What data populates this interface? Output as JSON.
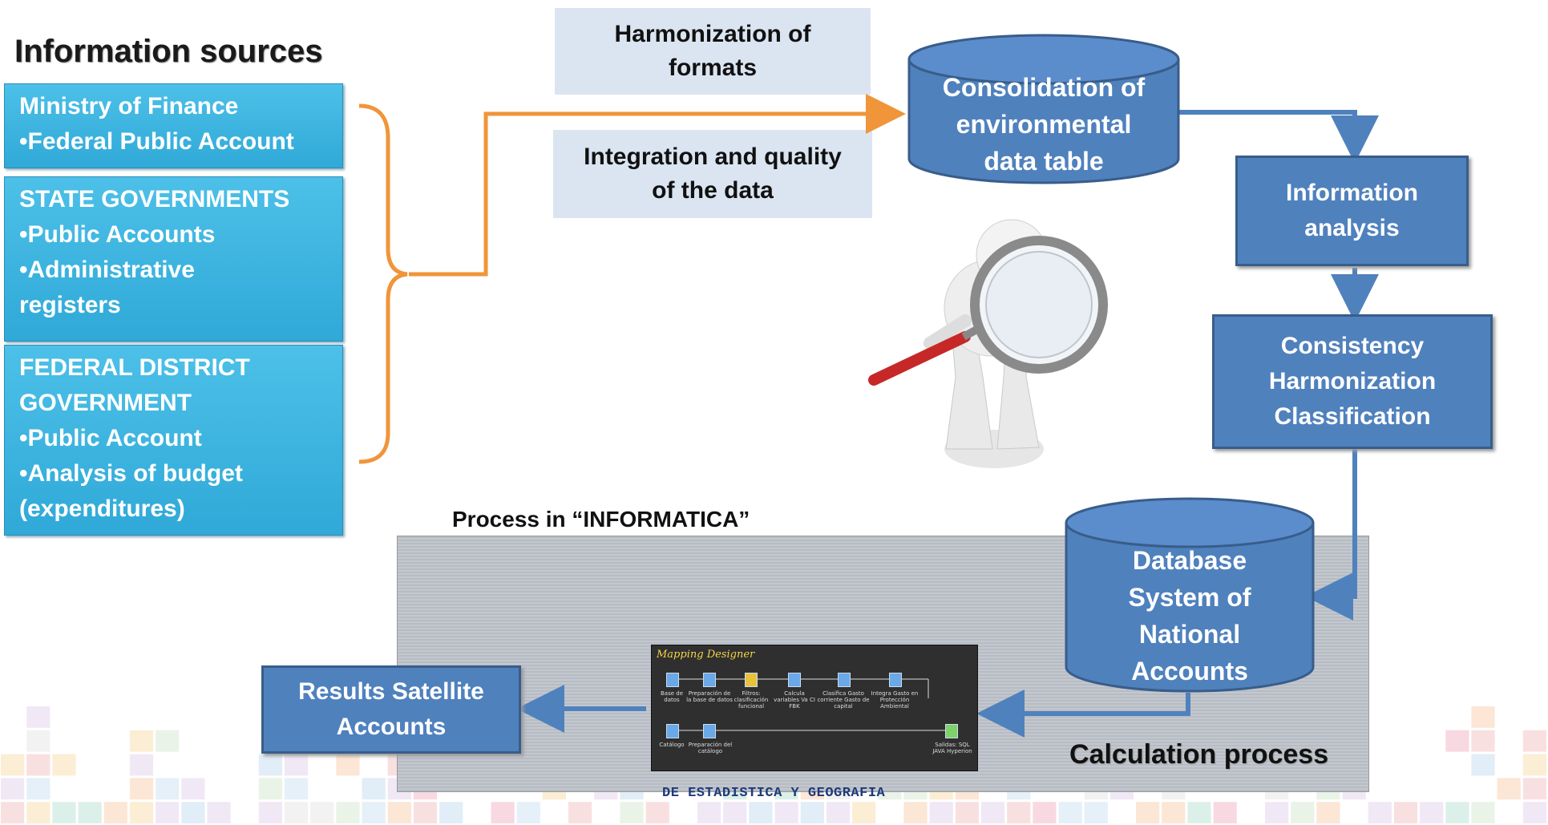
{
  "sources": {
    "heading": "Information sources",
    "boxes": [
      [
        "Ministry of Finance",
        "•Federal Public Account"
      ],
      [
        "STATE GOVERNMENTS",
        "•Public Accounts",
        "•Administrative",
        "registers"
      ],
      [
        "FEDERAL DISTRICT",
        "GOVERNMENT",
        "•Public Account",
        "•Analysis of budget",
        "(expenditures)"
      ]
    ]
  },
  "steps": {
    "harmonization": [
      "Harmonization of",
      "formats"
    ],
    "integration": [
      "Integration and quality",
      "of the data"
    ],
    "consolidation": [
      "Consolidation of",
      "environmental",
      "data table"
    ],
    "analysis": [
      "Information",
      "analysis"
    ],
    "consistency": [
      "Consistency",
      "Harmonization",
      "Classification"
    ],
    "database": [
      "Database",
      "System of",
      "National",
      "Accounts"
    ],
    "results": [
      "Results Satellite",
      "Accounts"
    ]
  },
  "process_label": "Process in “INFORMATICA”",
  "calc_label": "Calculation process",
  "mapping": {
    "title": "Mapping Designer",
    "nodes_top": [
      "Base de datos",
      "Preparación de la base de datos",
      "Filtros: clasificación funcional",
      "Calcula variables Va CI FBK",
      "Clasifica Gasto corriente Gasto de capital",
      "Integra Gasto en Protección Ambiental"
    ],
    "nodes_bottom": [
      "Catálogo",
      "Preparación del catálogo"
    ],
    "output": "Salidas: SQL JAVA Hyperion"
  },
  "footer": "DE ESTADISTICA Y GEOGRAFIA",
  "colors": {
    "source_box": "#30a9d8",
    "step_box": "#4f81bd",
    "step_border": "#385d8a",
    "gray_box": "#dbe5f1",
    "orange_arrow": "#f0953a",
    "blue_arrow": "#4f81bd"
  },
  "icons": [
    "magnifier-figure-icon",
    "mosaic-decoration"
  ]
}
